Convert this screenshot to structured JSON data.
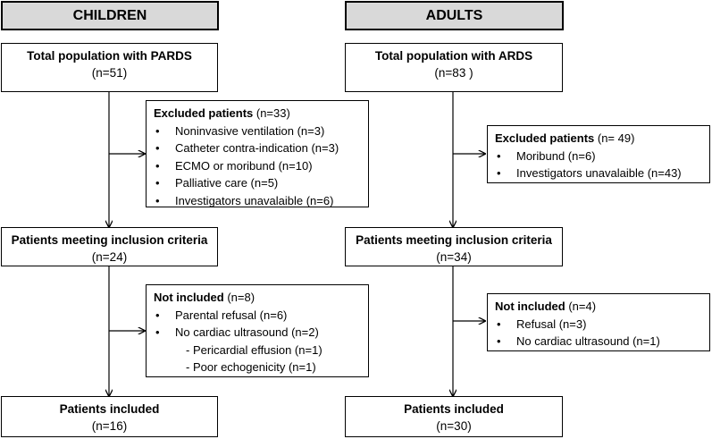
{
  "children": {
    "header": "CHILDREN",
    "total": {
      "title": "Total population with PARDS",
      "count": "(n=51)"
    },
    "excluded": {
      "title": "Excluded patients",
      "count": " (n=33)",
      "items": [
        "Noninvasive ventilation (n=3)",
        "Catheter contra-indication (n=3)",
        "ECMO or moribund (n=10)",
        "Palliative care (n=5)",
        "Investigators unavalaible (n=6)"
      ]
    },
    "meeting": {
      "title": "Patients meeting inclusion criteria",
      "count": "(n=24)"
    },
    "not_included": {
      "title": "Not included",
      "count": " (n=8)",
      "items": [
        "Parental refusal (n=6)",
        "No cardiac ultrasound (n=2)"
      ],
      "sub_items": [
        "Pericardial effusion (n=1)",
        "Poor echogenicity (n=1)"
      ]
    },
    "included": {
      "title": "Patients included",
      "count": "(n=16)"
    }
  },
  "adults": {
    "header": "ADULTS",
    "total": {
      "title": "Total population with ARDS",
      "count": "(n=83 )"
    },
    "excluded": {
      "title": "Excluded patients",
      "count": " (n= 49)",
      "items": [
        "Moribund (n=6)",
        "Investigators unavalaible (n=43)"
      ]
    },
    "meeting": {
      "title": "Patients meeting inclusion criteria",
      "count": "(n=34)"
    },
    "not_included": {
      "title": "Not included",
      "count": " (n=4)",
      "items": [
        "Refusal (n=3)",
        "No cardiac ultrasound (n=1)"
      ]
    },
    "included": {
      "title": "Patients included",
      "count": "(n=30)"
    }
  }
}
